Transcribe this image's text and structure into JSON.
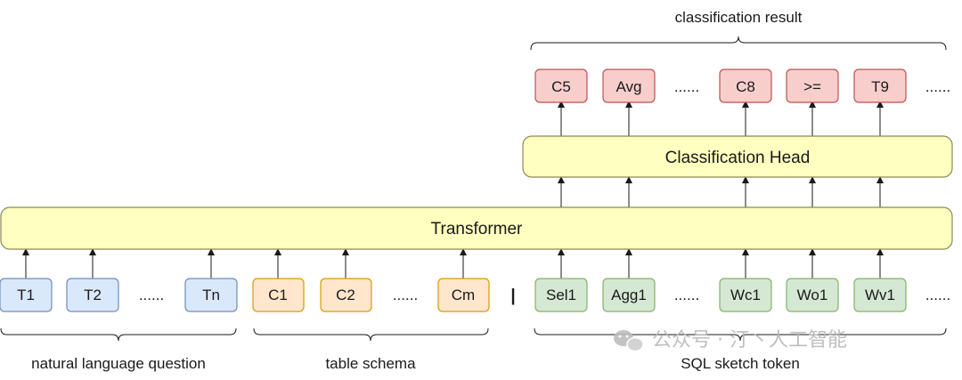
{
  "colors": {
    "blue_fill": "#dae8fc",
    "blue_stroke": "#6c8ebf",
    "orange_fill": "#ffe6cc",
    "orange_stroke": "#d79b00",
    "green_fill": "#d5e8d4",
    "green_stroke": "#82b366",
    "red_fill": "#f8cecc",
    "red_stroke": "#b85450",
    "yellow_fill": "#ffffc0",
    "yellow_stroke": "#8a8a55"
  },
  "layers": {
    "transformer": "Transformer",
    "classification_head": "Classification Head"
  },
  "input_tokens": {
    "question": [
      "T1",
      "T2",
      "Tn"
    ],
    "schema": [
      "C1",
      "C2",
      "Cm"
    ],
    "separator": "|",
    "sketch": [
      "Sel1",
      "Agg1",
      "Wc1",
      "Wo1",
      "Wv1"
    ]
  },
  "output_tokens": [
    "C5",
    "Avg",
    "C8",
    ">=",
    "T9"
  ],
  "ellipsis": "......",
  "captions": {
    "question": "natural language question",
    "schema": "table schema",
    "sketch": "SQL sketch token",
    "result": "classification result"
  },
  "watermark": "公众号 · 汀丶人工智能"
}
